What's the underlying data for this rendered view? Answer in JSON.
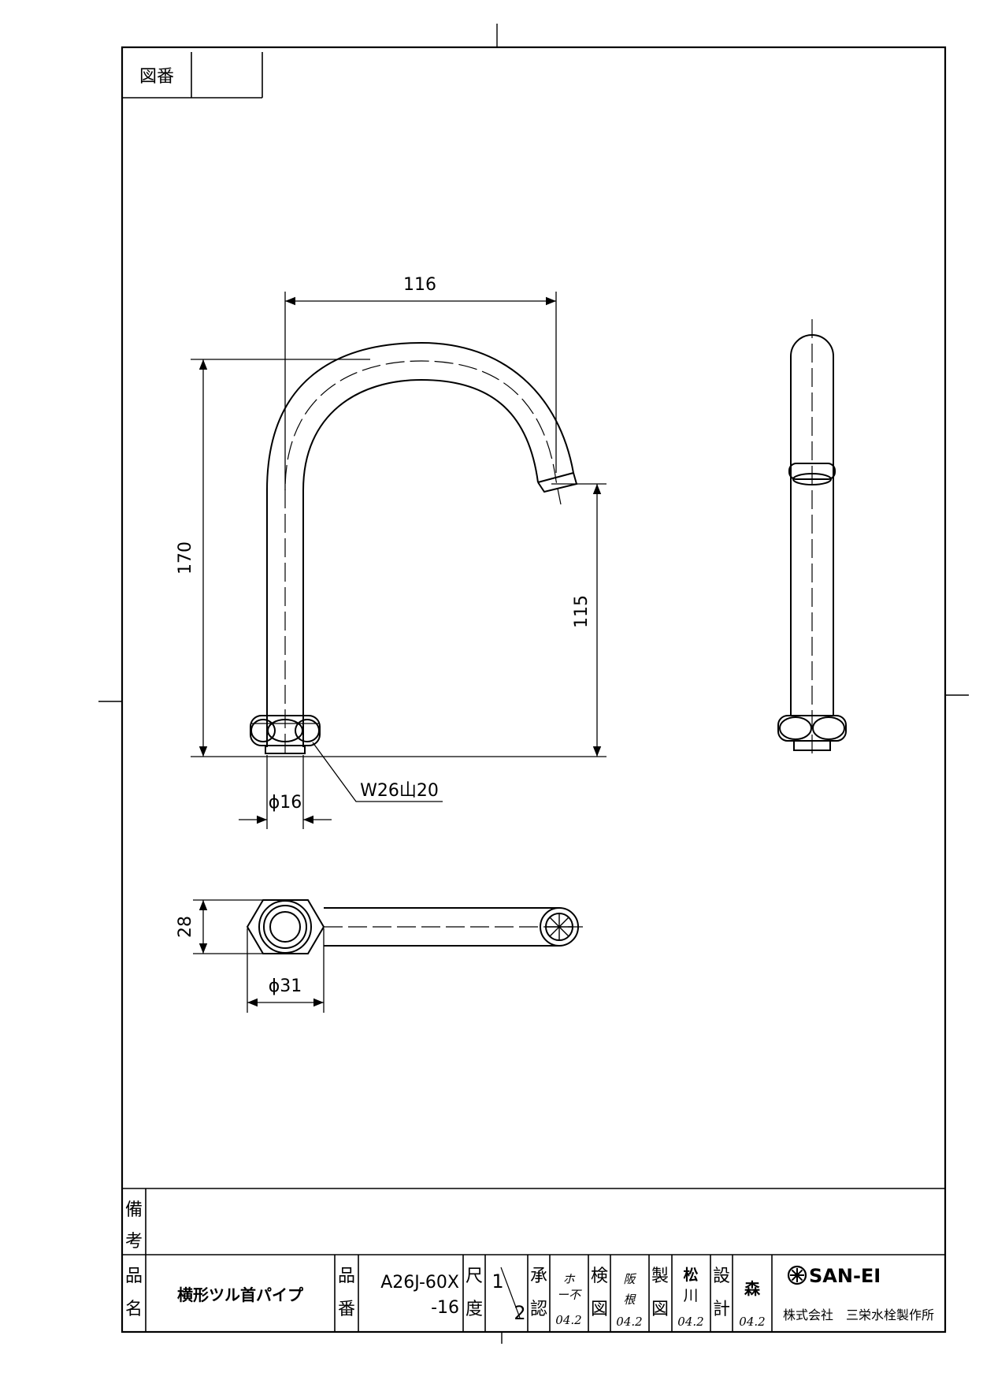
{
  "header": {
    "drawing_no_label": "図番",
    "drawing_no_value": ""
  },
  "dimensions": {
    "width_top": "116",
    "height_total": "170",
    "height_spout": "115",
    "pipe_dia": "ϕ16",
    "thread": "W26山20",
    "nut_height": "28",
    "nut_dia": "ϕ31"
  },
  "title_block": {
    "remarks_label": [
      "備",
      "考"
    ],
    "remarks_value": "",
    "name_label": [
      "品",
      "名"
    ],
    "name_value": "横形ツル首パイプ",
    "number_label": [
      "品",
      "番"
    ],
    "number_value": [
      "A26J-60X",
      "-16"
    ],
    "scale_label": [
      "尺",
      "度"
    ],
    "scale_value": [
      "1",
      "2"
    ],
    "approve_label": [
      "承",
      "認"
    ],
    "approve_sign": [
      "ホ",
      "ー不"
    ],
    "approve_date": "04.2",
    "inspect_label": [
      "検",
      "図"
    ],
    "inspect_sign": [
      "阪",
      "根"
    ],
    "inspect_date": "04.2",
    "draft_label": [
      "製",
      "図"
    ],
    "draft_sign": [
      "松",
      "川"
    ],
    "draft_date": "04.2",
    "design_label": [
      "設",
      "計"
    ],
    "design_sign": "森",
    "design_date": "04.2",
    "brand": "SAN-EI",
    "company": "株式会社　三栄水栓製作所"
  }
}
